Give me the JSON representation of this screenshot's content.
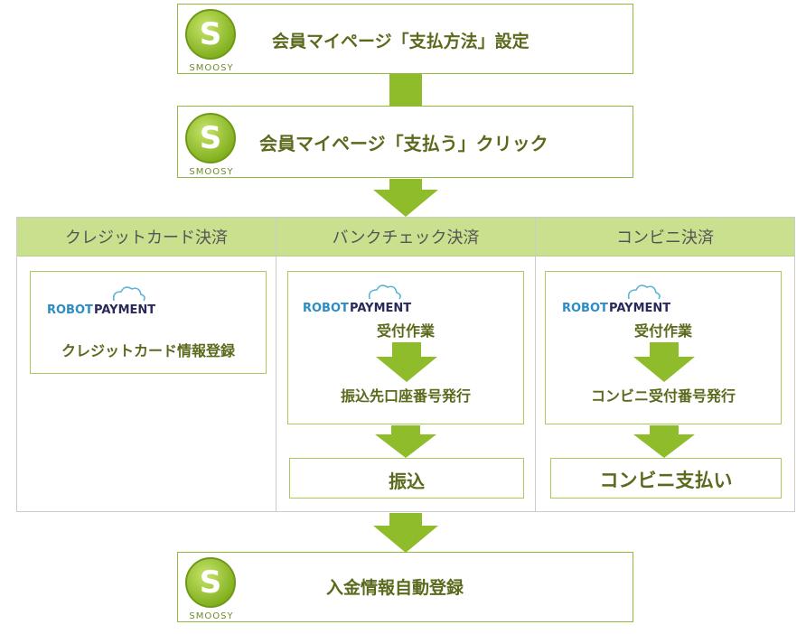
{
  "smoosy_logo_text": "SMOOSY",
  "robot_payment_logo": {
    "robot": "ROBOT",
    "payment": "PAYMENT"
  },
  "steps": {
    "step1": "会員マイページ「支払方法」設定",
    "step2": "会員マイページ「支払う」クリック",
    "final": "入金情報自動登録"
  },
  "columns": {
    "credit": {
      "header": "クレジットカード決済",
      "item": "クレジットカード情報登録"
    },
    "bank": {
      "header": "バンクチェック決済",
      "accept": "受付作業",
      "issue": "振込先口座番号発行",
      "result": "振込"
    },
    "conveni": {
      "header": "コンビニ決済",
      "accept": "受付作業",
      "issue": "コンビニ受付番号発行",
      "result": "コンビニ支払い"
    }
  },
  "colors": {
    "accent": "#8fbc2b",
    "header_bg": "#c9e08e",
    "text": "#5a6a1c"
  }
}
